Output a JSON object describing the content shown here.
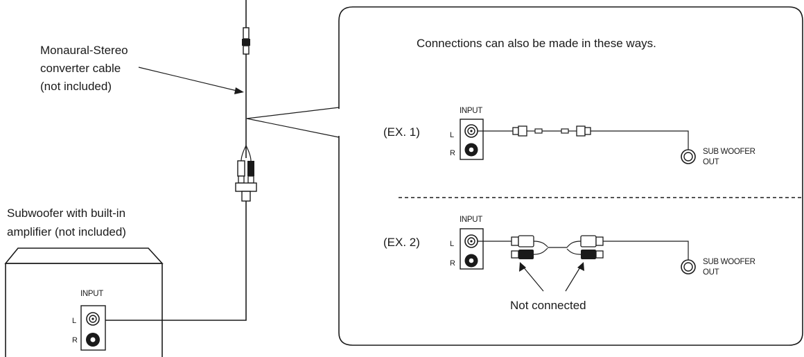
{
  "left": {
    "converter_label": [
      "Monaural-Stereo",
      "converter cable",
      "(not included)"
    ],
    "subwoofer_label": [
      "Subwoofer with built-in",
      "amplifier (not included)"
    ],
    "input_label": "INPUT",
    "l_label": "L",
    "r_label": "R"
  },
  "panel": {
    "heading": "Connections can also be made in these ways.",
    "ex1": {
      "label": "(EX. 1)",
      "input_label": "INPUT",
      "l_label": "L",
      "r_label": "R",
      "out_label": [
        "SUB WOOFER",
        "OUT"
      ]
    },
    "ex2": {
      "label": "(EX. 2)",
      "input_label": "INPUT",
      "l_label": "L",
      "r_label": "R",
      "out_label": [
        "SUB WOOFER",
        "OUT"
      ],
      "note": "Not connected"
    }
  }
}
